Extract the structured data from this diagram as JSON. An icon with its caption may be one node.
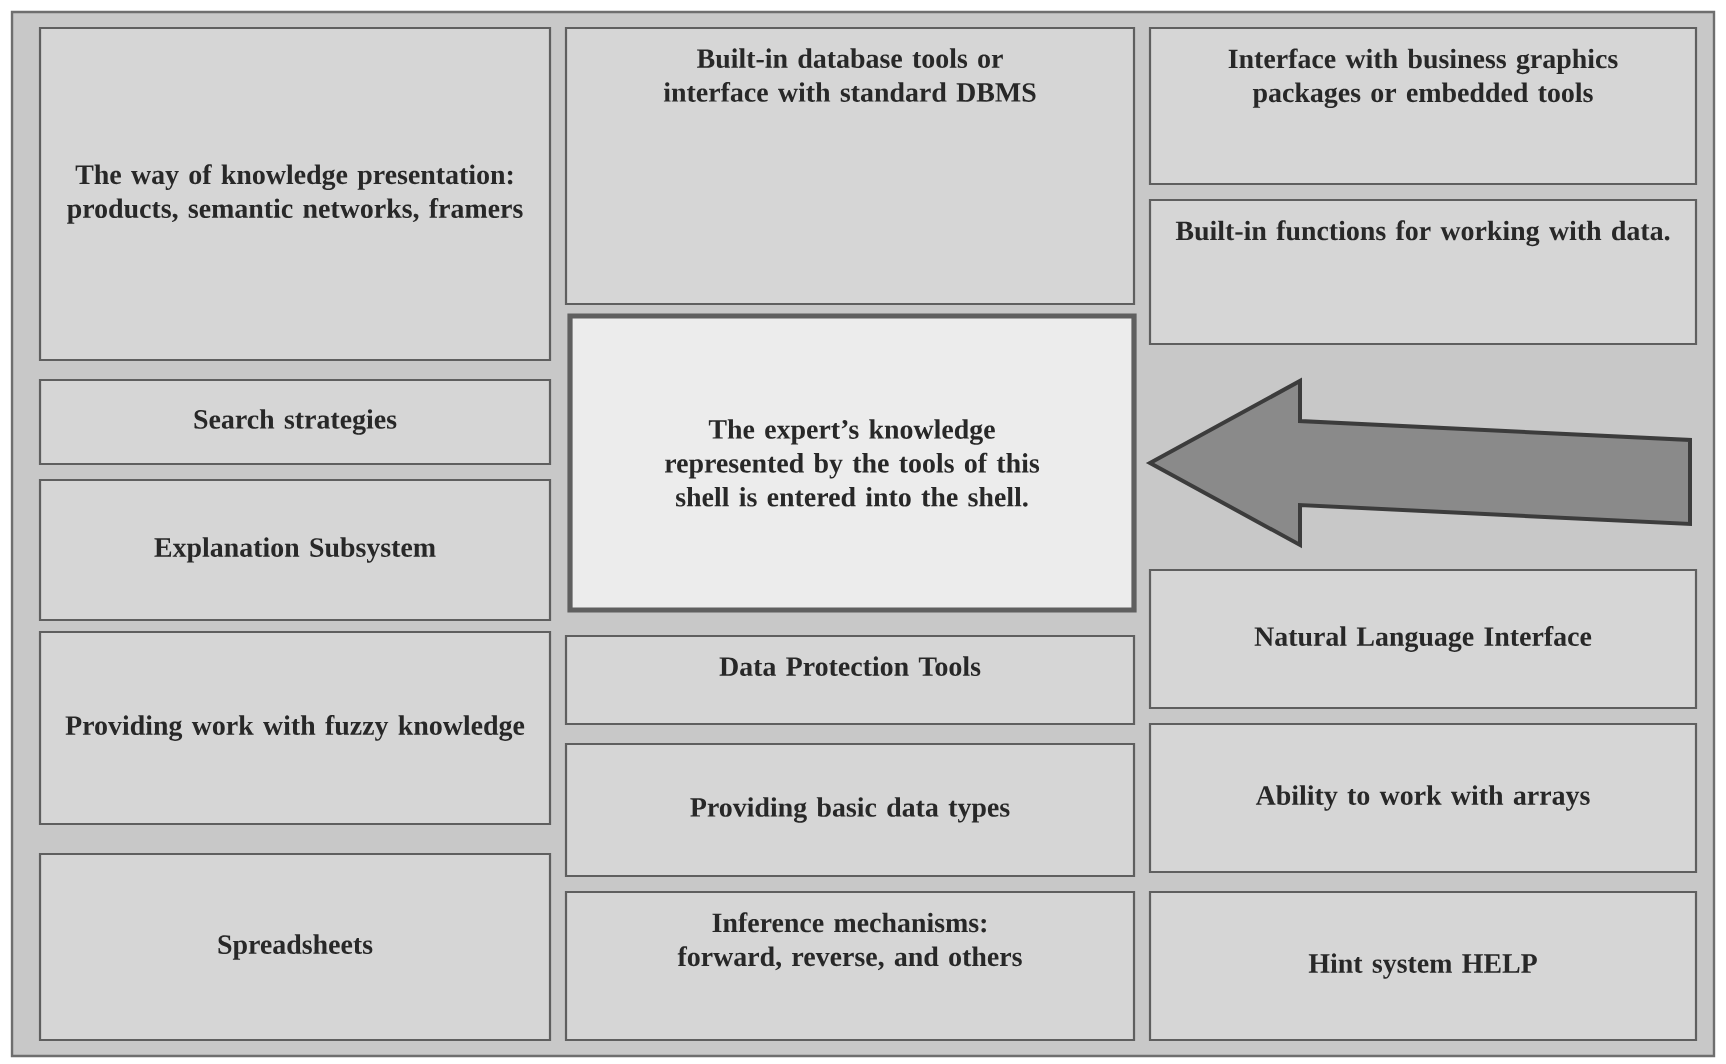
{
  "diagram": {
    "nodes": [
      {
        "text": [
          "The way of knowledge presentation: products, semantic networks, framers"
        ]
      },
      {
        "text": [
          "Search strategies"
        ]
      },
      {
        "text": [
          "Explanation Subsystem"
        ]
      },
      {
        "text": [
          "Providing work with fuzzy knowledge"
        ]
      },
      {
        "text": [
          "Spreadsheets"
        ]
      },
      {
        "text": [
          "Built-in database tools or interface with standard DBMS"
        ]
      },
      {
        "text": [
          "The expert’s knowledge represented by the tools of this shell is entered into the shell."
        ]
      },
      {
        "text": [
          "Data Protection Tools"
        ]
      },
      {
        "text": [
          "Providing basic data types"
        ]
      },
      {
        "text": [
          "Inference mechanisms: forward, reverse, and others"
        ]
      },
      {
        "text": [
          "Interface with business graphics packages or embedded tools"
        ]
      },
      {
        "text": [
          "Built-in functions for working with data."
        ]
      },
      {
        "text": [
          "Natural Language Interface"
        ]
      },
      {
        "text": [
          "Ability to work with arrays"
        ]
      },
      {
        "text": [
          "Hint system HELP"
        ]
      }
    ],
    "edges": [
      {
        "from": null,
        "to": 6,
        "arrow": "to",
        "style": "thick"
      }
    ]
  }
}
